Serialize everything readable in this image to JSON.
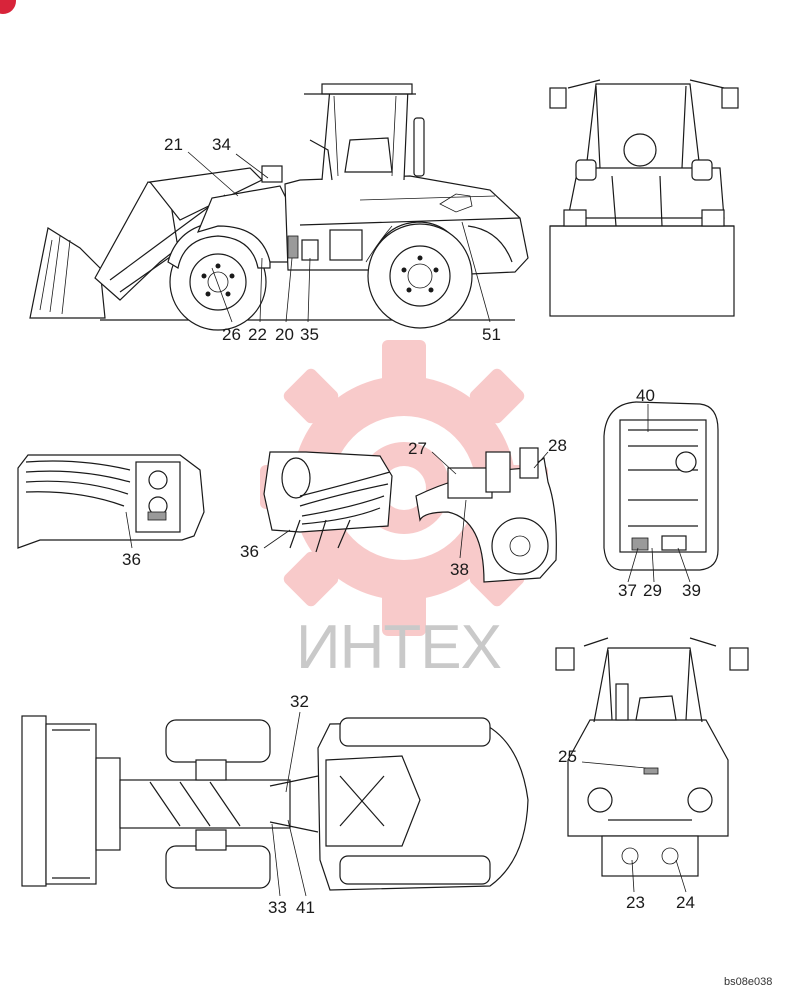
{
  "watermark": {
    "text": "ИНТЕХ",
    "color": "#f08080"
  },
  "reference_code": "bs08e038",
  "callouts": {
    "side_view": {
      "c21": "21",
      "c34": "34",
      "c26": "26",
      "c22": "22",
      "c20": "20",
      "c35": "35",
      "c51": "51"
    },
    "detail_left": {
      "c36": "36"
    },
    "detail_mid": {
      "c36": "36"
    },
    "detail_fender": {
      "c27": "27",
      "c28": "28",
      "c38": "38"
    },
    "engine_bay": {
      "c40": "40",
      "c37": "37",
      "c29": "29",
      "c39": "39"
    },
    "top_view": {
      "c32": "32",
      "c33": "33",
      "c41": "41"
    },
    "rear_view": {
      "c25": "25",
      "c23": "23",
      "c24": "24"
    }
  }
}
